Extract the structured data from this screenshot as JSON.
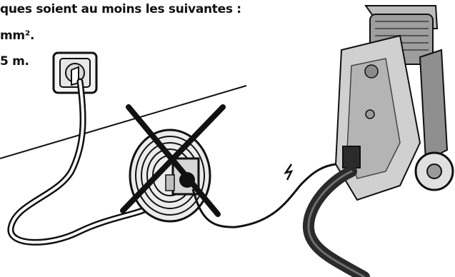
{
  "manual": {
    "line1": "ques soient au moins les suivantes :",
    "line2": "mm².",
    "line3": "5 m."
  },
  "colors": {
    "ink": "#111111",
    "machine_body": "#c9c9c9",
    "machine_shade": "#8f8f8f",
    "hose": "#2a2a2a"
  },
  "icons": {
    "wall_socket": "wall-socket-icon",
    "cable_reel": "cable-reel-icon",
    "cross": "prohibited-cross-icon",
    "pressure_washer": "pressure-washer-icon"
  }
}
